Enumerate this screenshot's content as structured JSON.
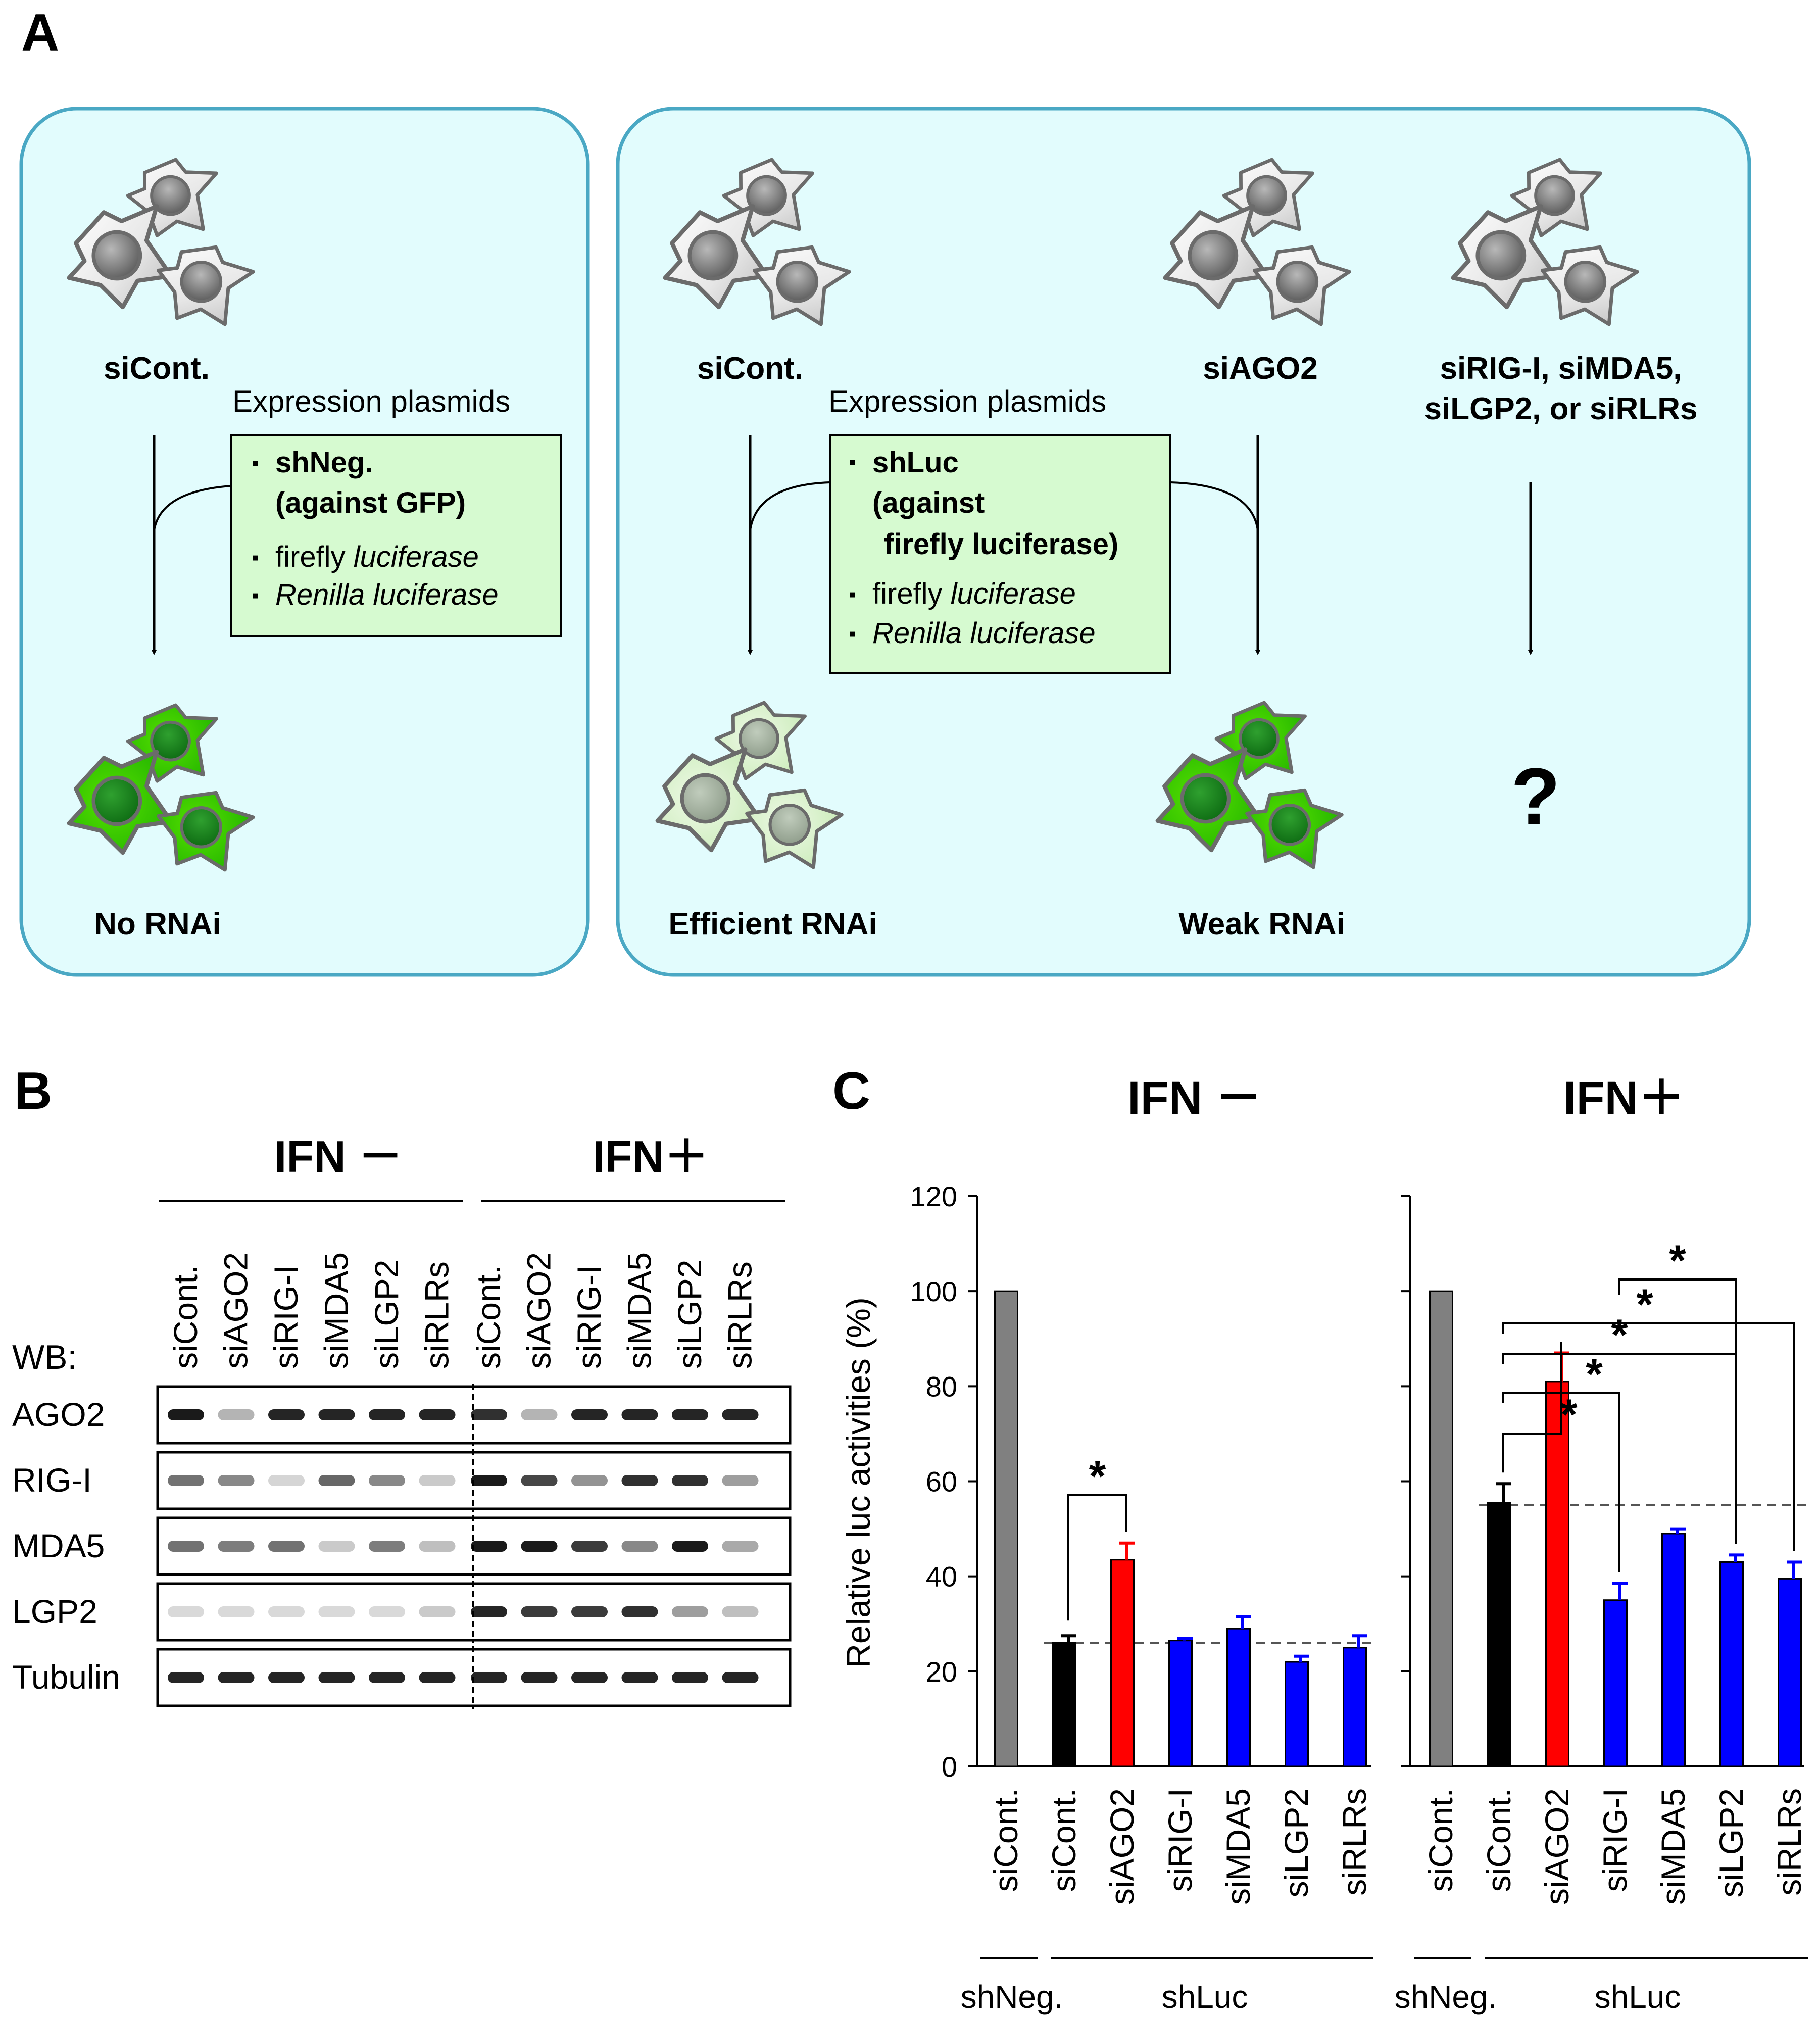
{
  "panels": {
    "a": {
      "letter": "A",
      "left_box": {
        "cells_top_label": "siCont.",
        "plasmids_heading": "Expression plasmids",
        "plasmid_box": {
          "bullet": "▪",
          "line1": "shNeg.",
          "line2": "(against GFP)",
          "item2_plain": "firefly ",
          "item2_italic": "luciferase",
          "item3_italic": "Renilla luciferase"
        },
        "cells_bottom_label": "No RNAi"
      },
      "right_box": {
        "col1_top_label": "siCont.",
        "col2_top_label": "siAGO2",
        "col3_top_label_line1": "siRIG-I, siMDA5,",
        "col3_top_label_line2": "siLGP2, or siRLRs",
        "plasmids_heading": "Expression plasmids",
        "plasmid_box": {
          "bullet": "▪",
          "line1": "shLuc",
          "line2": "(against",
          "line3": "firefly luciferase)",
          "item2_plain": "firefly ",
          "item2_italic": "luciferase",
          "item3_italic": "Renilla luciferase"
        },
        "col1_bottom_label": "Efficient RNAi",
        "col2_bottom_label": "Weak RNAi",
        "col3_bottom_label": "?"
      }
    },
    "b": {
      "letter": "B",
      "group_minus": "IFN －",
      "group_plus": "IFN＋",
      "wb_label": "WB:",
      "lanes": [
        "siCont.",
        "siAGO2",
        "siRIG-I",
        "siMDA5",
        "siLGP2",
        "siRLRs",
        "siCont.",
        "siAGO2",
        "siRIG-I",
        "siMDA5",
        "siLGP2",
        "siRLRs"
      ],
      "blots": [
        {
          "protein": "AGO2",
          "band_intensity": [
            0.95,
            0.25,
            0.9,
            0.9,
            0.9,
            0.9,
            0.85,
            0.25,
            0.9,
            0.9,
            0.9,
            0.9
          ]
        },
        {
          "protein": "RIG-I",
          "band_intensity": [
            0.55,
            0.45,
            0.1,
            0.6,
            0.45,
            0.15,
            0.95,
            0.75,
            0.4,
            0.85,
            0.85,
            0.35
          ]
        },
        {
          "protein": "MDA5",
          "band_intensity": [
            0.55,
            0.5,
            0.55,
            0.15,
            0.5,
            0.2,
            0.95,
            0.95,
            0.8,
            0.45,
            0.95,
            0.3
          ]
        },
        {
          "protein": "LGP2",
          "band_intensity": [
            0.08,
            0.08,
            0.08,
            0.08,
            0.08,
            0.15,
            0.9,
            0.8,
            0.8,
            0.85,
            0.35,
            0.2
          ]
        },
        {
          "protein": "Tubulin",
          "band_intensity": [
            0.9,
            0.9,
            0.9,
            0.9,
            0.9,
            0.9,
            0.9,
            0.9,
            0.9,
            0.9,
            0.9,
            0.9
          ]
        }
      ]
    },
    "c": {
      "letter": "C",
      "bottom_group_shneg": "shNeg.",
      "bottom_group_shluc": "shLuc",
      "star": "*"
    }
  },
  "chart_data": [
    {
      "type": "bar",
      "title": "IFN －",
      "ylabel": "Relative luc activities (%)",
      "ylim": [
        0,
        120
      ],
      "yticks": [
        "0",
        "20",
        "40",
        "60",
        "80",
        "100",
        "120"
      ],
      "categories": [
        "siCont.",
        "siCont.",
        "siAGO2",
        "siRIG-I",
        "siMDA5",
        "siLGP2",
        "siRLRs"
      ],
      "values": [
        100,
        26,
        43.5,
        26.5,
        29,
        22,
        25
      ],
      "errors": [
        0,
        1.5,
        3.5,
        0.5,
        2.5,
        1.2,
        2.5
      ],
      "colors": [
        "#808080",
        "#000000",
        "#ff0000",
        "#0000ff",
        "#0000ff",
        "#0000ff",
        "#0000ff"
      ],
      "reference_line": 26,
      "significance": [
        [
          1,
          2
        ]
      ]
    },
    {
      "type": "bar",
      "title": "IFN＋",
      "ylim": [
        0,
        120
      ],
      "categories": [
        "siCont.",
        "siCont.",
        "siAGO2",
        "siRIG-I",
        "siMDA5",
        "siLGP2",
        "siRLRs"
      ],
      "values": [
        100,
        55.5,
        81,
        35,
        49,
        43,
        39.5
      ],
      "errors": [
        0,
        4,
        6,
        3.5,
        1,
        1.5,
        3.5
      ],
      "colors": [
        "#808080",
        "#000000",
        "#ff0000",
        "#0000ff",
        "#0000ff",
        "#0000ff",
        "#0000ff"
      ],
      "reference_line": 55,
      "significance": [
        [
          1,
          2
        ],
        [
          1,
          3
        ],
        [
          1,
          5
        ],
        [
          1,
          6
        ],
        [
          3,
          5
        ]
      ]
    }
  ]
}
